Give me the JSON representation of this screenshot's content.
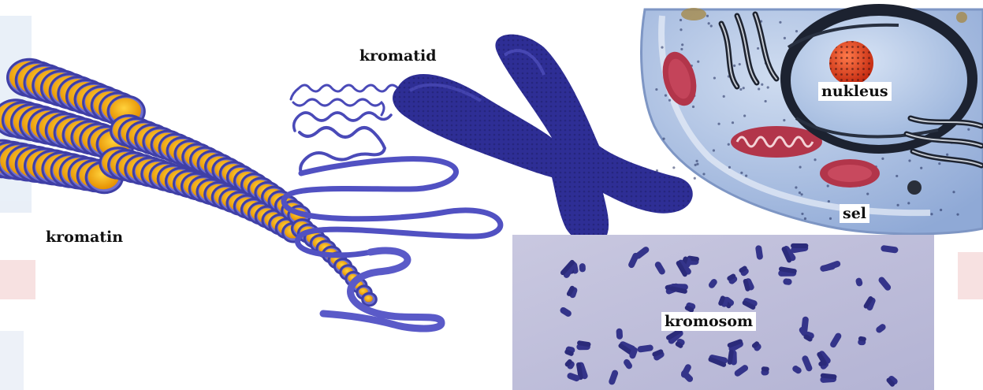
{
  "labels": {
    "kromatin": "kromatin",
    "kromatid": "kromatid",
    "nukleus": "nukleus",
    "sel": "sel",
    "kromosom": "kromosom"
  },
  "colors": {
    "nucleosome_band": "#4b4bb0",
    "nucleosome_core": "#f5b21c",
    "dna_strand": "#4a4ab8",
    "chromatid": "#2f2f96",
    "cell_membrane": "#c9d5ea",
    "cell_cytoplasm": "#a9c3e6",
    "nucleus_envelope": "#1e2430",
    "nucleolus": "#e23a1d",
    "mitochondrion": "#b2354a",
    "karyotype_bg": "#bcbcd9",
    "karyotype_chromosome": "#3a3a8c",
    "watermark_blue": "#d9e4f2",
    "watermark_red": "#f6d6d6"
  }
}
